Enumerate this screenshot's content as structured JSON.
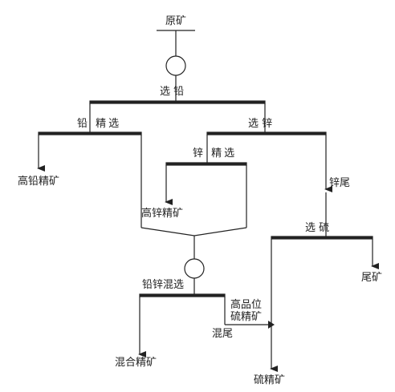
{
  "diagram": {
    "nodes": {
      "raw_ore": "原矿",
      "lead_flotation": "选 铅",
      "lead_cleaning": "铅 精选",
      "zinc_flotation": "选 锌",
      "zinc_cleaning": "锌 精选",
      "high_lead_concentrate": "高铅精矿",
      "high_zinc_concentrate": "高锌精矿",
      "zinc_tailings": "锌尾",
      "sulfur_flotation": "选 硫",
      "tailings": "尾矿",
      "lead_zinc_mixed_cleaning": "铅锌混选",
      "high_grade_sulfur_concentrate_line1": "高品位",
      "high_grade_sulfur_concentrate_line2": "硫精矿",
      "mixed_tailings": "混尾",
      "mixed_concentrate": "混合精矿",
      "sulfur_concentrate": "硫精矿"
    }
  }
}
